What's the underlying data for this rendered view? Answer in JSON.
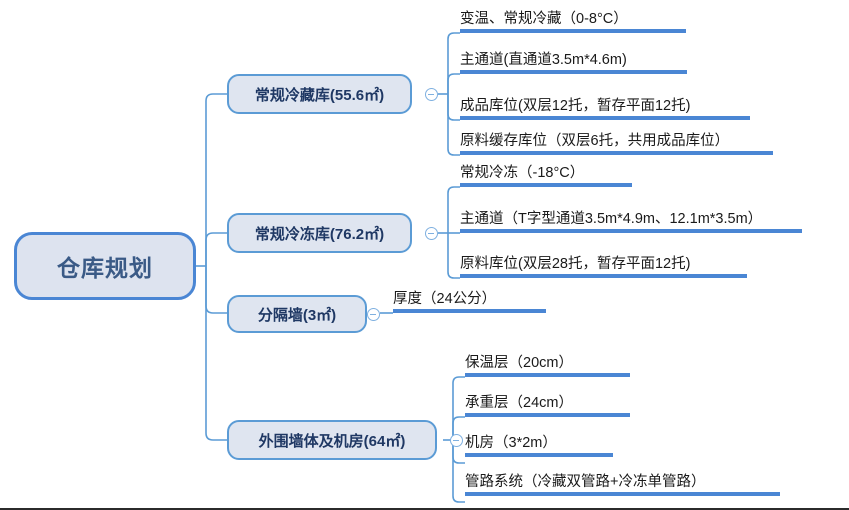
{
  "diagram": {
    "type": "mind-map",
    "title": "仓库规划",
    "orientation": "left-to-right",
    "colors": {
      "node_border": "#5b9bd5",
      "node_fill": "#dfe5f0",
      "root_border": "#4a86d4",
      "root_text": "#3a5a86",
      "underline": "#4a86d4",
      "connector": "#5b9bd5",
      "leaf_text": "#1a1a1a",
      "bottom_rule": "#2b2b2b"
    }
  },
  "root": {
    "label": "仓库规划"
  },
  "branches": [
    {
      "label": "常规冷藏库(55.6㎡)",
      "toggle": "collapse-minus",
      "leaves": [
        {
          "label": "变温、常规冷藏（0-8°C）"
        },
        {
          "label": "主通道(直通道3.5m*4.6m)"
        },
        {
          "label": "成品库位(双层12托，暂存平面12托)"
        },
        {
          "label": "原料缓存库位（双层6托，共用成品库位）"
        }
      ]
    },
    {
      "label": "常规冷冻库(76.2㎡)",
      "toggle": "collapse-minus",
      "leaves": [
        {
          "label": "常规冷冻（-18°C）"
        },
        {
          "label": "主通道（T字型通道3.5m*4.9m、12.1m*3.5m）"
        },
        {
          "label": "原料库位(双层28托，暂存平面12托)"
        }
      ]
    },
    {
      "label": "分隔墙(3㎡)",
      "toggle": "collapse-minus",
      "leaves": [
        {
          "label": "厚度（24公分）"
        }
      ]
    },
    {
      "label": "外围墙体及机房(64㎡)",
      "toggle": "collapse-minus",
      "leaves": [
        {
          "label": "保温层（20cm）"
        },
        {
          "label": "承重层（24cm）"
        },
        {
          "label": "机房（3*2m）"
        },
        {
          "label": "管路系统（冷藏双管路+冷冻单管路）"
        }
      ]
    }
  ]
}
